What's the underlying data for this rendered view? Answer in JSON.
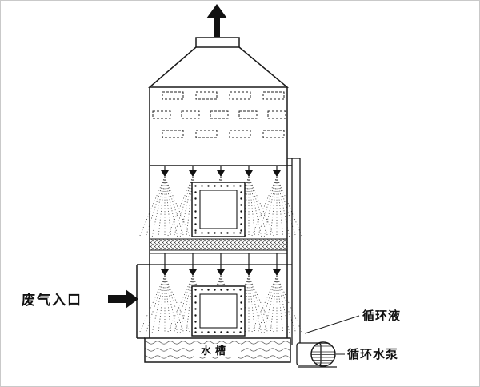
{
  "labels": {
    "inlet": "废气入口",
    "circulating_liquid": "循环液",
    "circulating_pump": "循环水泵",
    "water_tank": "水槽"
  },
  "colors": {
    "line": "#1a1a1a",
    "background": "#ffffff"
  }
}
